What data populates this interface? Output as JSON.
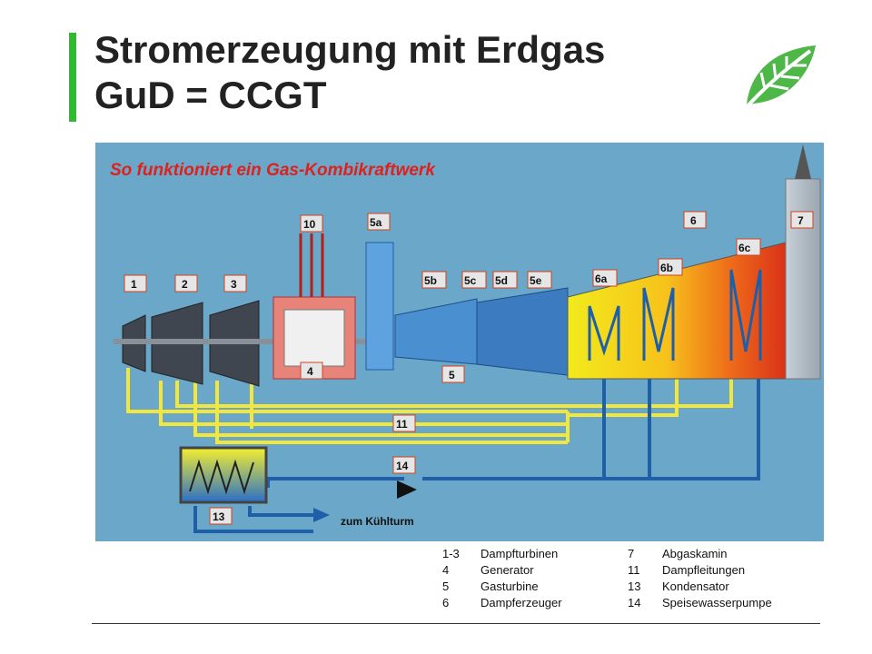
{
  "slide": {
    "title_line1": "Stromerzeugung mit Erdgas",
    "title_line2": "GuD = CCGT"
  },
  "diagram": {
    "heading": "So funktioniert ein Gas-Kombikraftwerk",
    "labels": {
      "l1": "1",
      "l2": "2",
      "l3": "3",
      "l4": "4",
      "l5": "5",
      "l5a": "5a",
      "l5b": "5b",
      "l5c": "5c",
      "l5d": "5d",
      "l5e": "5e",
      "l6": "6",
      "l6a": "6a",
      "l6b": "6b",
      "l6c": "6c",
      "l7": "7",
      "l10": "10",
      "l11": "11",
      "l13": "13",
      "l14": "14"
    },
    "cooling_label": "zum Kühlturm"
  },
  "legend": [
    {
      "k1": "1-3",
      "v1": "Dampfturbinen",
      "k2": "7",
      "v2": "Abgaskamin"
    },
    {
      "k1": "4",
      "v1": "Generator",
      "k2": "11",
      "v2": "Dampfleitungen"
    },
    {
      "k1": "5",
      "v1": "Gasturbine",
      "k2": "13",
      "v2": "Kondensator"
    },
    {
      "k1": "6",
      "v1": "Dampferzeuger",
      "k2": "14",
      "v2": "Speisewasserpumpe"
    }
  ],
  "colors": {
    "accent_bar": "#33b833",
    "leaf": "#4db848",
    "diagram_bg": "#6aa7c8",
    "heading": "#e0201b",
    "steam_line": "#f2e73a",
    "water_line": "#1e5fa8"
  }
}
